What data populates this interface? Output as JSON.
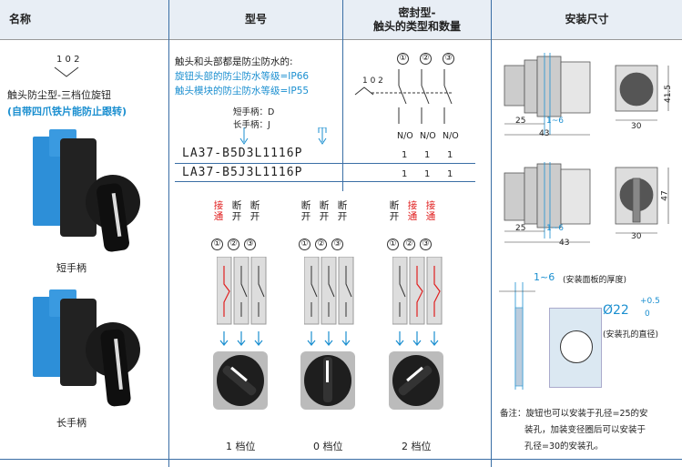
{
  "headers": {
    "name": "名称",
    "model": "型号",
    "sealed_line1": "密封型-",
    "sealed_line2": "触头的类型和数量",
    "install": "安装尺寸"
  },
  "left": {
    "pos_label": "1 0 2",
    "title": "触头防尘型-三档位旋钮",
    "subtitle": "(自带四爪铁片能防止跟转)",
    "short_handle": "短手柄",
    "long_handle": "长手柄"
  },
  "model": {
    "line1": "触头和头部都是防尘防水的:",
    "line2": "旋钮头部的防尘防水等级=IP66",
    "line3": "触头模块的防尘防水等级=IP55",
    "short_key": "短手柄：D",
    "long_key": "长手柄：J",
    "codes": [
      {
        "code": "LA37-B5D3L1116P",
        "vals": [
          "1",
          "1",
          "1"
        ]
      },
      {
        "code": "LA37-B5J3L1116P",
        "vals": [
          "1",
          "1",
          "1"
        ]
      }
    ],
    "contact_types": [
      "N/O",
      "N/O",
      "N/O"
    ],
    "contact_nums": [
      "①",
      "②",
      "③"
    ],
    "diagram_pos": "1 0 2"
  },
  "positions": [
    {
      "top": [
        "接通",
        "断开",
        "断开"
      ],
      "label": "1 档位"
    },
    {
      "top": [
        "断开",
        "断开",
        "断开"
      ],
      "label": "0 档位"
    },
    {
      "top": [
        "断开",
        "接通",
        "接通"
      ],
      "label": "2 档位"
    }
  ],
  "dims": {
    "d_415": "41.5",
    "d_47": "47",
    "d_25a": "25",
    "d_16a": "1~6",
    "d_43a": "43",
    "d_30a": "30",
    "d_25b": "25",
    "d_16b": "1~6",
    "d_43b": "43",
    "d_30b": "30",
    "panel": "1~6",
    "panel_note": "(安装面板的厚度)",
    "hole": "Ø22",
    "hole_tol_up": "+0.5",
    "hole_tol_dn": "0",
    "hole_note": "(安装孔的直径)",
    "note1": "备注：旋钮也可以安装于孔径=25的安",
    "note2": "装孔，加装变径圈后可以安装于",
    "note3": "孔径=30的安装孔。"
  },
  "colors": {
    "accent": "#1b8fd0",
    "on": "#e02020",
    "line": "#3a6ea5"
  }
}
